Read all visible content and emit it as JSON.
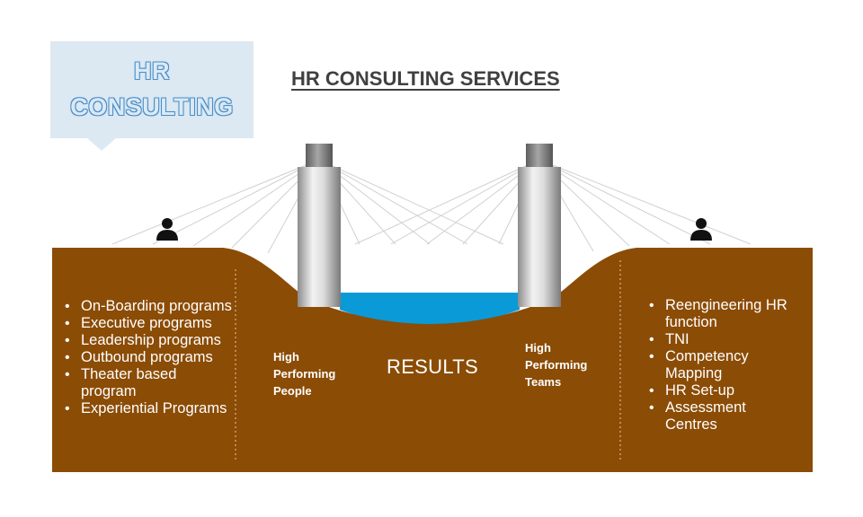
{
  "callout": {
    "line1": "HR",
    "line2": "CONSULTING"
  },
  "title": "HR CONSULTING SERVICES",
  "left_services": [
    "On-Boarding programs",
    "Executive programs",
    "Leadership programs",
    "Outbound programs",
    "Theater based program",
    "Experiential Programs"
  ],
  "right_services": [
    "Reengineering HR function",
    "TNI",
    "Competency Mapping",
    "HR Set-up",
    "Assessment Centres"
  ],
  "left_pillar": {
    "line1": "High",
    "line2": "Performing",
    "line3": "People"
  },
  "right_pillar": {
    "line1": "High",
    "line2": "Performing",
    "line3": "Teams"
  },
  "center_label": "RESULTS",
  "colors": {
    "ground": "#8b4c06",
    "water": "#0b9ad8",
    "callout_bg": "#dce9f3",
    "callout_outline": "#4a8fc9",
    "title": "#404040",
    "cable": "#d0d0d0"
  },
  "icons": [
    "person-icon-left",
    "person-icon-right"
  ]
}
